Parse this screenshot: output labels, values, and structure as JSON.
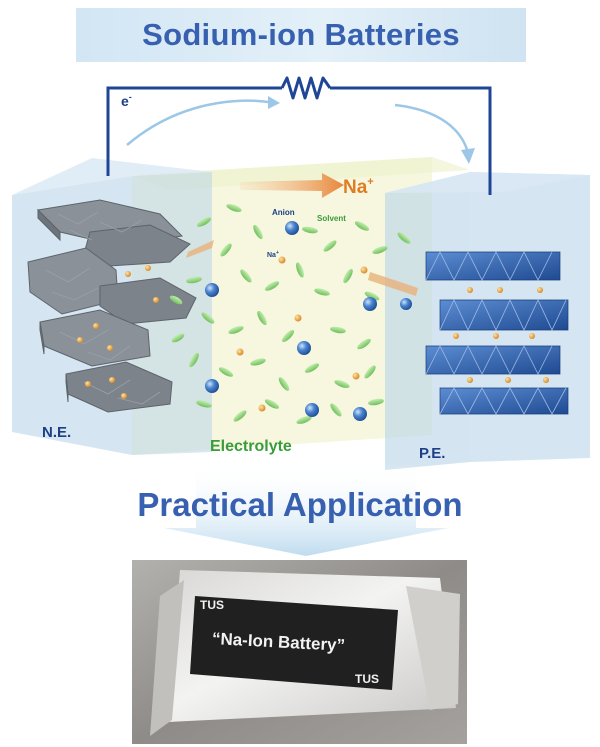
{
  "title": "Sodium-ion Batteries",
  "labels": {
    "electron": "e",
    "electron_charge": "-",
    "sodium_ion": "Na",
    "sodium_charge": "+",
    "anion": "Anion",
    "solvent": "Solvent",
    "na_small": "Na",
    "na_small_charge": "+",
    "negative_electrode": "N.E.",
    "positive_electrode": "P.E.",
    "electrolyte": "Electrolyte"
  },
  "practical_application": "Practical Application",
  "photo": {
    "tus_top": "TUS",
    "label_text": "“Na-Ion Battery”",
    "tus_bottom": "TUS"
  },
  "colors": {
    "title_text": "#3761b0",
    "circuit_wire": "#1e4596",
    "electron_arrow": "#9cc7e6",
    "ion_arrow": "#e8863a",
    "electrolyte_fill": "#f6f7dc",
    "electrode_fill": "#c7deee",
    "graphene": "#8a9198",
    "cathode_block": "#2e5da8",
    "solvent_molecule": "#8fd17a",
    "anion_sphere": "#2f67b9",
    "sodium_dot": "#e49a2a",
    "electrolyte_text": "#3a9c3a"
  },
  "icons": [
    "resistor-icon",
    "electron-flow-arrow",
    "sodium-ion-arrow",
    "graphene-stack",
    "layered-cathode",
    "pouch-cell-photo"
  ]
}
